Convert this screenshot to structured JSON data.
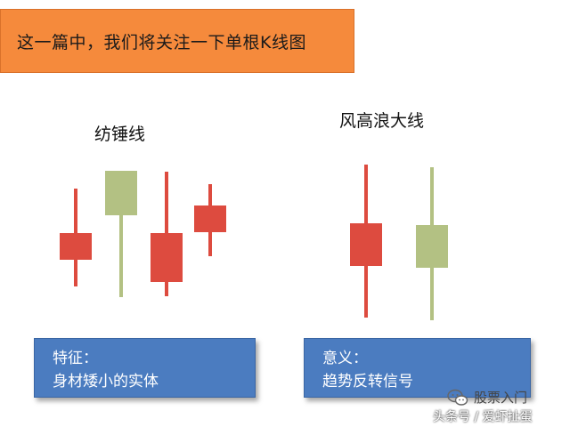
{
  "header": {
    "title": "这一篇中，我们将关注一下单根K线图"
  },
  "left_section": {
    "label": "纺锤线",
    "box_line1": "特征：",
    "box_line2": "身材矮小的实体"
  },
  "right_section": {
    "label": "风高浪大线",
    "box_line1": "意义：",
    "box_line2": "趋势反转信号"
  },
  "branding": {
    "icon": "wechat-icon",
    "name": "股票入门",
    "credit": "头条号 / 爱虾扯蛋"
  },
  "colors": {
    "orange": "#f58a3c",
    "red_candle": "#dd4b3f",
    "green_candle": "#b3c183",
    "blue_box": "#4b7cc0"
  }
}
